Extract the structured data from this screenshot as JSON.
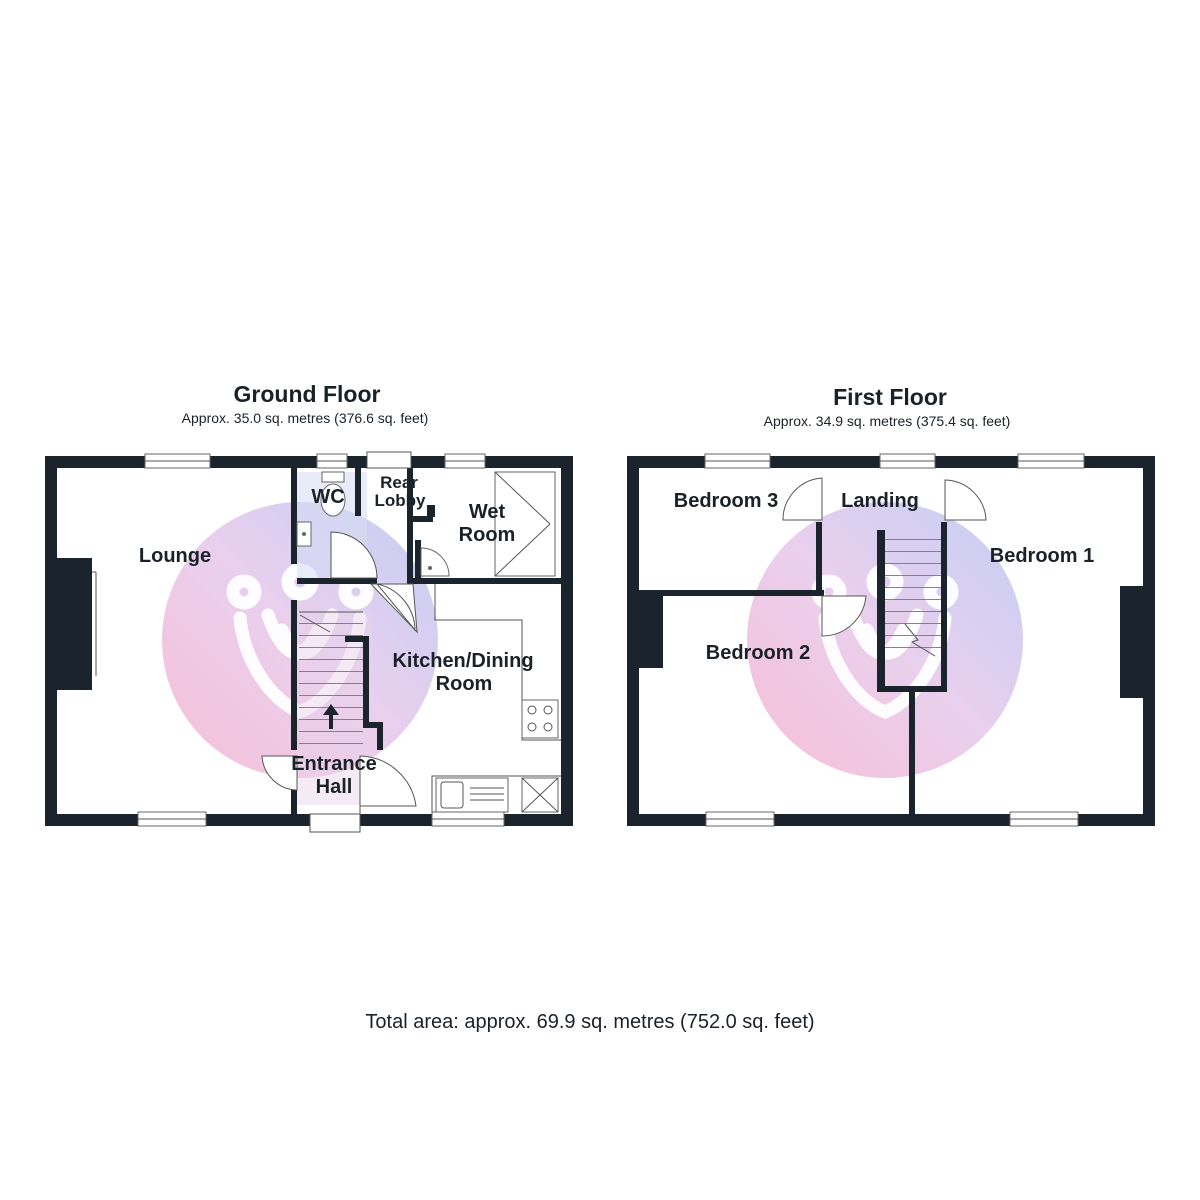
{
  "floors": [
    {
      "title": "Ground Floor",
      "area": "Approx. 35.0 sq. metres (376.6 sq. feet)",
      "rooms": {
        "lounge": "Lounge",
        "wc": "WC",
        "rear_lobby_1": "Rear",
        "rear_lobby_2": "Lobby",
        "wet_room_1": "Wet",
        "wet_room_2": "Room",
        "kitchen_1": "Kitchen/Dining",
        "kitchen_2": "Room",
        "entrance_1": "Entrance",
        "entrance_2": "Hall"
      }
    },
    {
      "title": "First Floor",
      "area": "Approx. 34.9 sq. metres (375.4 sq. feet)",
      "rooms": {
        "bedroom3": "Bedroom 3",
        "landing": "Landing",
        "bedroom1": "Bedroom 1",
        "bedroom2": "Bedroom 2"
      }
    }
  ],
  "total_area": "Total area: approx. 69.9 sq. metres (752.0 sq. feet)",
  "colors": {
    "wall": "#1b242c",
    "watermark_pink": "#f4b6d2",
    "watermark_blue": "#b9c7f2",
    "room_tint": "#dcd6ec"
  },
  "icons": [
    "up-arrow-icon",
    "watermark-logo-icon",
    "hob-icon",
    "sink-icon",
    "toilet-icon",
    "shower-tray-icon"
  ]
}
